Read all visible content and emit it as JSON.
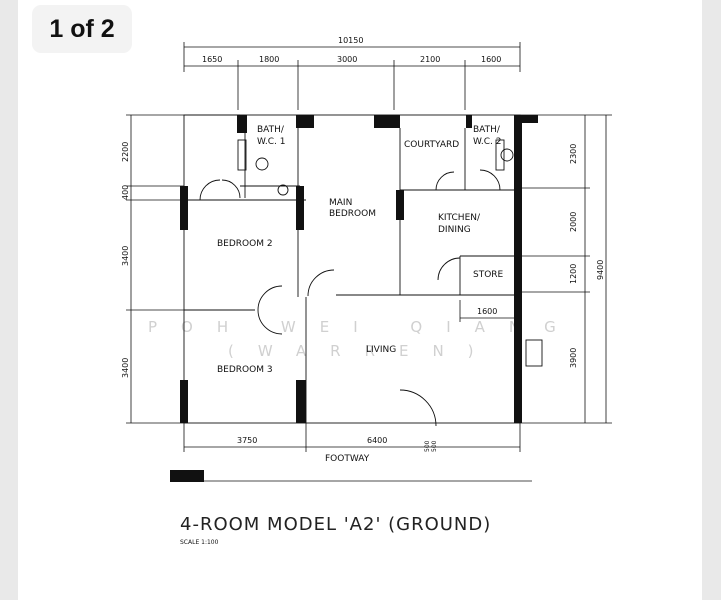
{
  "page_counter": "1 of 2",
  "dimensions": {
    "overall_width": "10150",
    "top_segments": [
      "1650",
      "1800",
      "3000",
      "2100",
      "1600"
    ],
    "left_segments": [
      "2200",
      "400",
      "3400",
      "3400"
    ],
    "right_segments": [
      "2300",
      "2000",
      "1200",
      "3900"
    ],
    "overall_height": "9400",
    "bottom_segments": [
      "3750",
      "6400"
    ],
    "store_width": "1600",
    "door_widths": [
      "500",
      "500"
    ]
  },
  "rooms": {
    "bath1": [
      "BATH/",
      "W.C.  1"
    ],
    "bath2": [
      "BATH/",
      "W.C.  2"
    ],
    "courtyard": "COURTYARD",
    "main_bedroom": [
      "MAIN",
      "BEDROOM"
    ],
    "kitchen": [
      "KITCHEN/",
      "DINING"
    ],
    "store": "STORE",
    "bedroom2": "BEDROOM  2",
    "bedroom3": "BEDROOM  3",
    "living": "LIVING"
  },
  "footway": "FOOTWAY",
  "watermark": [
    "POH WEI QIANG",
    "(WARREN)"
  ],
  "plan_title": "4-ROOM MODEL 'A2' (GROUND)",
  "scale_label": "SCALE   1:100"
}
